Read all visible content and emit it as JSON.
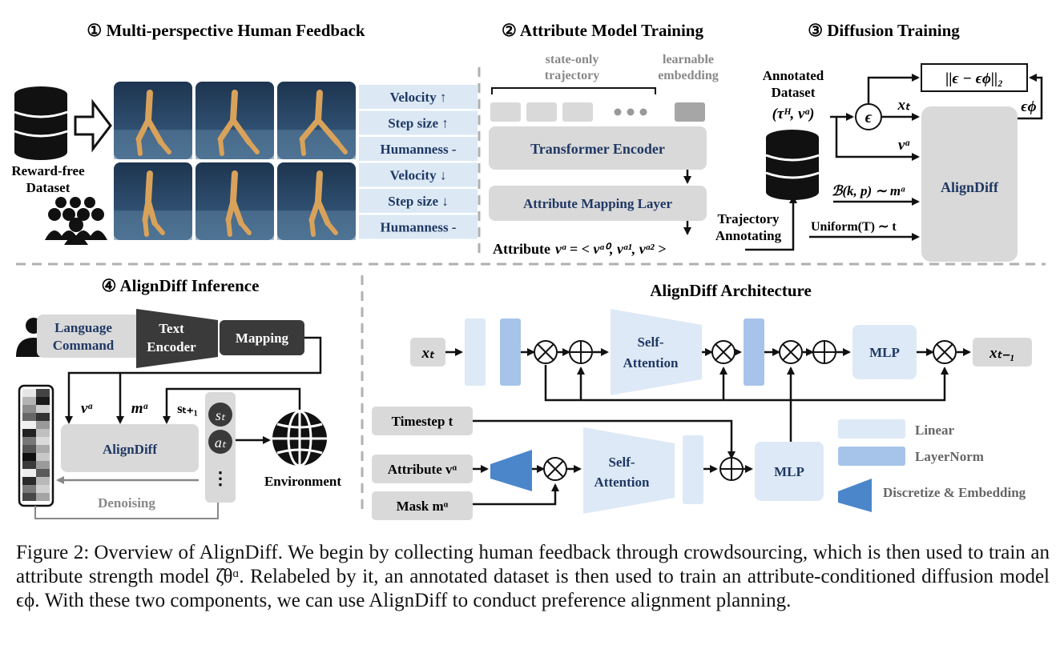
{
  "panels": {
    "p1": {
      "title": "① Multi-perspective Human Feedback",
      "dataset_label_1": "Reward-free",
      "dataset_label_2": "Dataset",
      "attributes": [
        "Velocity ↑",
        "Step size ↑",
        "Humanness -",
        "Velocity ↓",
        "Step size ↓",
        "Humanness -"
      ]
    },
    "p2": {
      "title": "② Attribute Model Training",
      "state_label_1": "state-only",
      "state_label_2": "trajectory",
      "embed_label_1": "learnable",
      "embed_label_2": "embedding",
      "encoder": "Transformer Encoder",
      "mapping": "Attribute Mapping Layer",
      "attribute_prefix": "Attribute",
      "attribute_formula": "vᵅ = < vᵅ⁰, vᵅ¹, vᵅ² >",
      "traj_annot_1": "Trajectory",
      "traj_annot_2": "Annotating"
    },
    "p3": {
      "title": "③ Diffusion Training",
      "ann_1": "Annotated",
      "ann_2": "Dataset",
      "ann_3": "(τᴴ, vᵅ)",
      "eps": "ϵ",
      "loss": "||ϵ − ϵϕ||₂",
      "xt": "xₜ",
      "va": "vᵅ",
      "eps_phi": "ϵϕ",
      "bern": "ℬ(k, p) ∼ mᵅ",
      "unif": "Uniform(T) ∼ t",
      "aligndiff": "AlignDiff"
    },
    "p4": {
      "title": "④ AlignDiff Inference",
      "lang_1": "Language",
      "lang_2": "Command",
      "te_1": "Text",
      "te_2": "Encoder",
      "mapping": "Mapping",
      "va": "vᵅ",
      "ma": "mᵅ",
      "st1": "sₜ₊₁",
      "st": "sₜ",
      "at": "aₜ",
      "dots": "⋮",
      "aligndiff": "AlignDiff",
      "denoising": "Denoising",
      "environment": "Environment"
    },
    "arch": {
      "title": "AlignDiff Architecture",
      "xt": "xₜ",
      "xt1": "xₜ₋₁",
      "self_att_1": "Self-",
      "self_att_2": "Attention",
      "mlp": "MLP",
      "timestep": "Timestep t",
      "attribute": "Attribute vᵅ",
      "mask": "Mask mᵅ",
      "legend": [
        "Linear",
        "LayerNorm",
        "Discretize & Embedding"
      ]
    }
  },
  "caption": {
    "label": "Figure 2:",
    "text": "Overview of AlignDiff. We begin by collecting human feedback through crowdsourcing, which is then used to train an attribute strength model ζ̂θᵅ. Relabeled by it, an annotated dataset is then used to train an attribute-conditioned diffusion model ϵϕ. With these two components, we can use AlignDiff to conduct preference alignment planning."
  },
  "colors": {
    "gray_box": "#d9d9d9",
    "attr_box": "#dce9f5",
    "linear": "#dde9f6",
    "layernorm": "#a6c4ea",
    "discretize": "#4a86c9",
    "navy_text": "#1f3864",
    "dashed": "#b0b0b0"
  }
}
